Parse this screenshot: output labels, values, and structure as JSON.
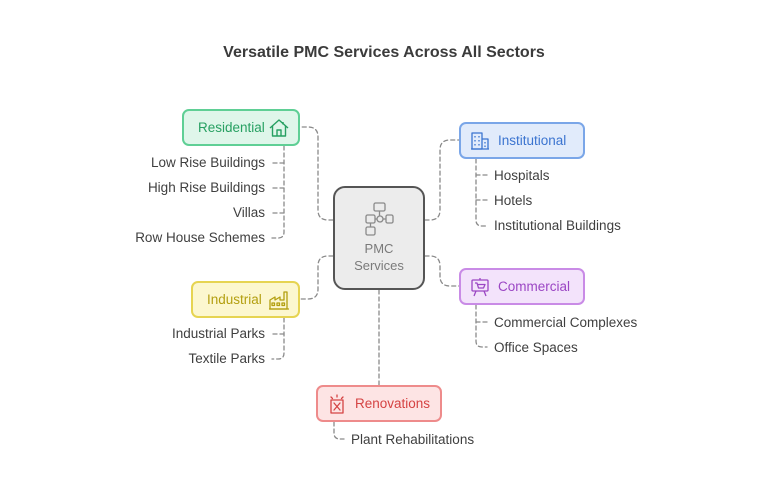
{
  "title": "Versatile PMC Services Across All Sectors",
  "center": {
    "label_line1": "PMC",
    "label_line2": "Services",
    "icon": "workflow-icon"
  },
  "sectors": {
    "residential": {
      "label": "Residential",
      "icon": "house-icon",
      "accent": "#27a062",
      "items": [
        "Low Rise Buildings",
        "High Rise Buildings",
        "Villas",
        "Row House Schemes"
      ]
    },
    "industrial": {
      "label": "Industrial",
      "icon": "factory-icon",
      "accent": "#b39f10",
      "items": [
        "Industrial Parks",
        "Textile Parks"
      ]
    },
    "institutional": {
      "label": "Institutional",
      "icon": "building-icon",
      "accent": "#3b74d0",
      "items": [
        "Hospitals",
        "Hotels",
        "Institutional Buildings"
      ]
    },
    "commercial": {
      "label": "Commercial",
      "icon": "shop-board-icon",
      "accent": "#9b46c4",
      "items": [
        "Commercial Complexes",
        "Office Spaces"
      ]
    },
    "renovations": {
      "label": "Renovations",
      "icon": "tools-icon",
      "accent": "#d54343",
      "items": [
        "Plant Rehabilitations"
      ]
    }
  }
}
